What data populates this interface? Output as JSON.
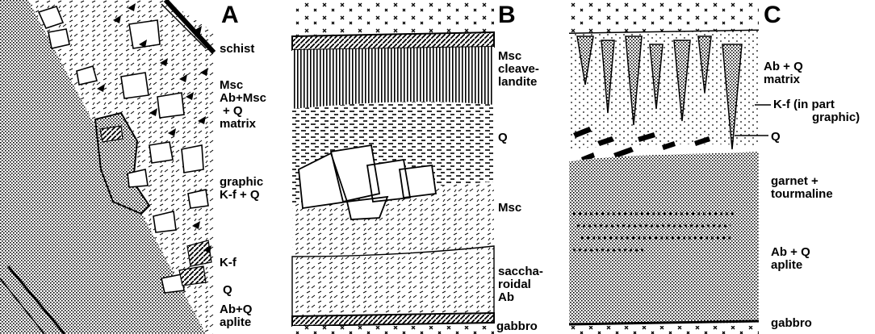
{
  "panels": {
    "a": {
      "letter": "A",
      "labels": {
        "schist": "schist",
        "msc": "Msc",
        "ab_msc": "Ab+Msc",
        "plus_q": "+ Q",
        "matrix": "matrix",
        "graphic": "graphic",
        "kf_q": "K-f + Q",
        "kf": "K-f",
        "q": "Q",
        "ab_q": "Ab+Q",
        "aplite": "aplite"
      }
    },
    "b": {
      "letter": "B",
      "labels": {
        "msc_top": "Msc",
        "cleave": "cleave-",
        "landite": "landite",
        "q": "Q",
        "msc": "Msc",
        "saccha": "saccha-",
        "roidal": "roidal",
        "ab": "Ab",
        "gabbro": "gabbro"
      }
    },
    "c": {
      "letter": "C",
      "labels": {
        "ab_q": "Ab + Q",
        "matrix": "matrix",
        "kf": "K-f (in part",
        "graphic": "graphic)",
        "q": "Q",
        "garnet": "garnet +",
        "tourmaline": "tourmaline",
        "ab_q2": "Ab + Q",
        "aplite": "aplite",
        "gabbro": "gabbro"
      }
    }
  }
}
